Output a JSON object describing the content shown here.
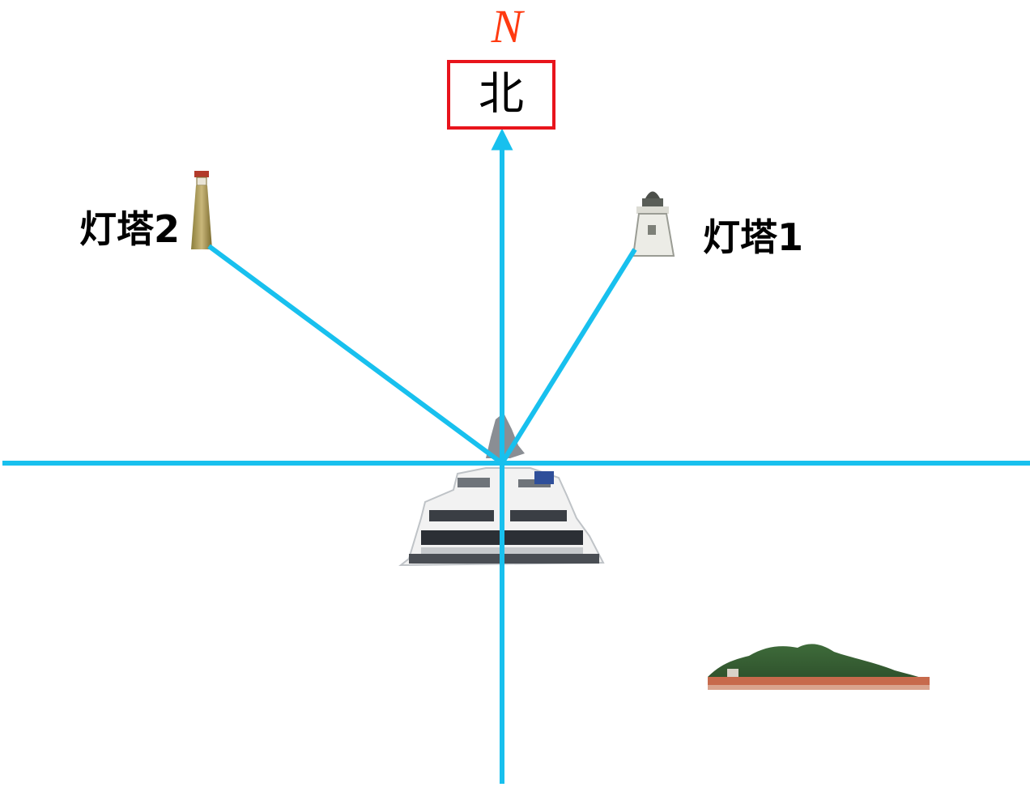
{
  "north": {
    "letter": "N",
    "character": "北"
  },
  "lighthouse_1": {
    "label": "灯塔1"
  },
  "lighthouse_2": {
    "label": "灯塔2"
  },
  "colors": {
    "axis": "#18c0ee",
    "north_letter": "#ff3a10",
    "north_box": "#e8141c"
  }
}
